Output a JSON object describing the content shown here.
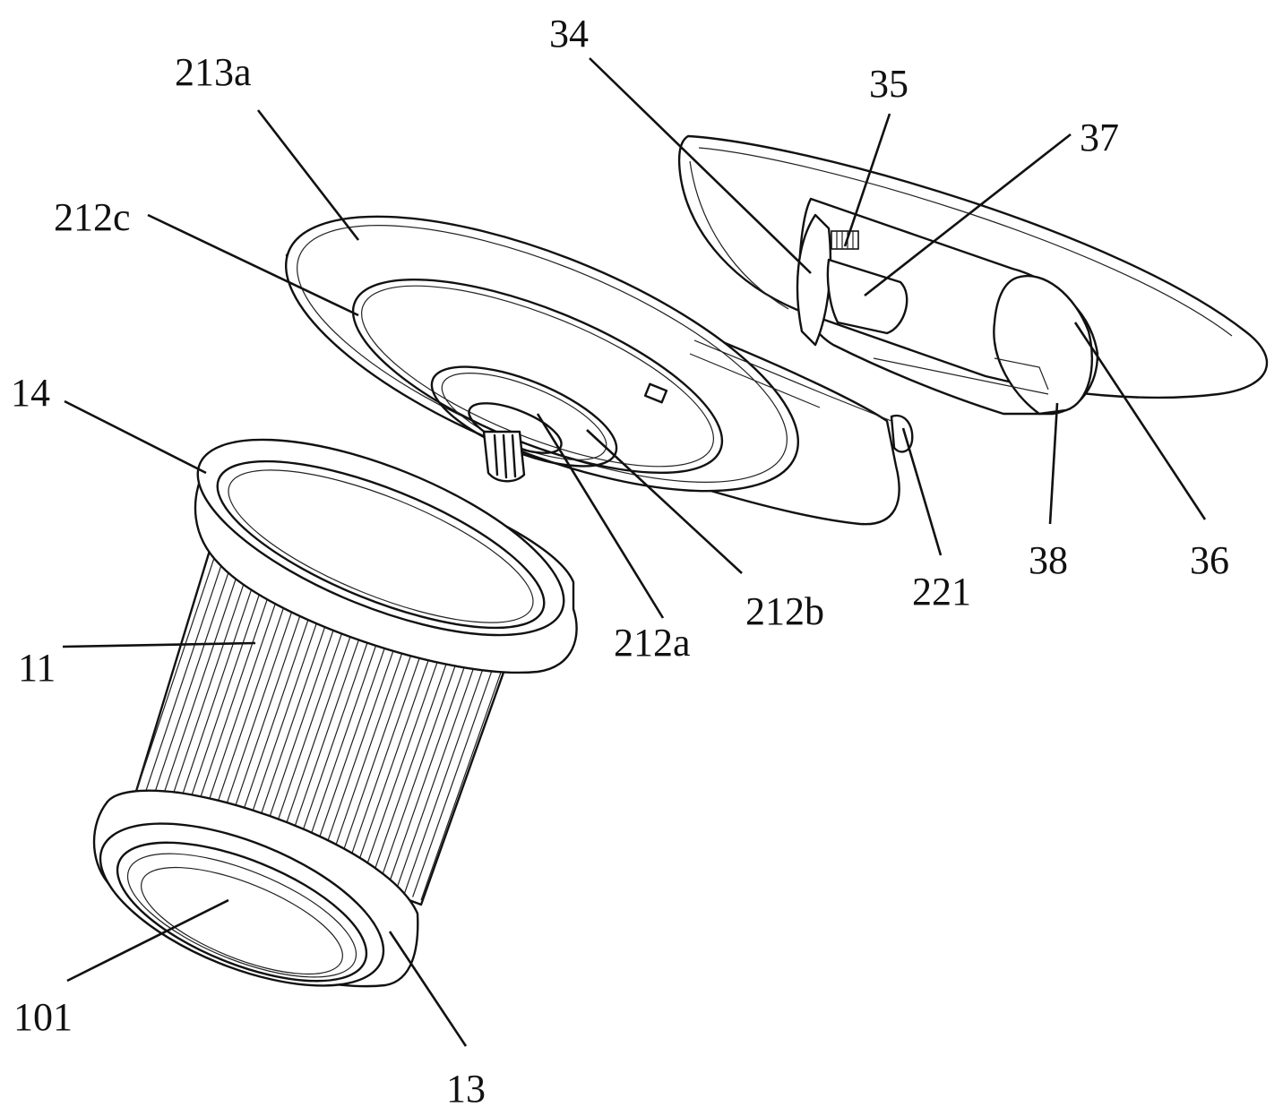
{
  "labels": {
    "l34": "34",
    "l213a": "213a",
    "l35": "35",
    "l37": "37",
    "l212c": "212c",
    "l14": "14",
    "l38": "38",
    "l36": "36",
    "l221": "221",
    "l212b": "212b",
    "l212a": "212a",
    "l11": "11",
    "l101": "101",
    "l13": "13"
  }
}
